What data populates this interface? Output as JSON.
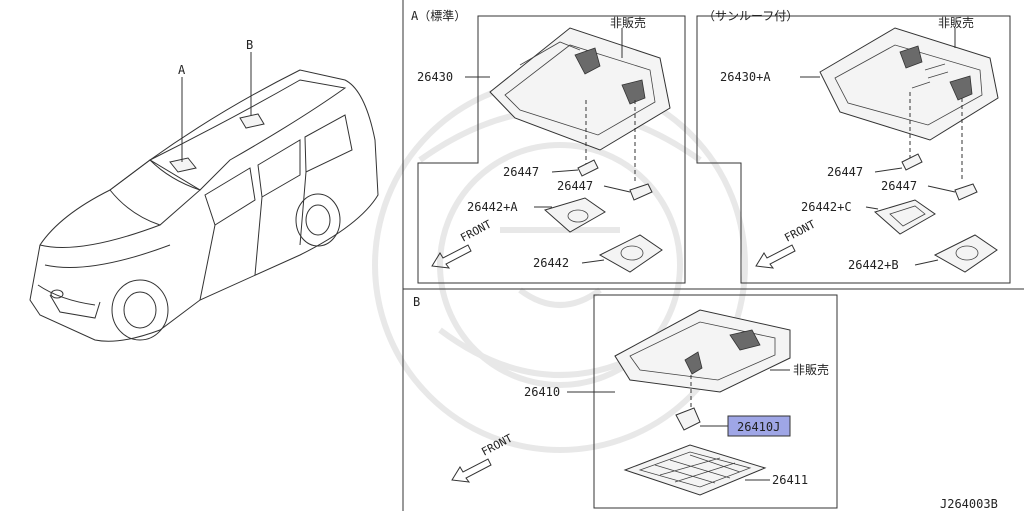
{
  "car": {
    "callout_a": "A",
    "callout_b": "B"
  },
  "panel_a_std": {
    "header": "A（標準）",
    "not_sold": "非販売",
    "labels": [
      "26430",
      "26447",
      "26447",
      "26442+A",
      "26442"
    ],
    "front": "FRONT"
  },
  "panel_a_sunroof": {
    "header": "（サンルーフ付）",
    "not_sold": "非販売",
    "labels": [
      "26430+A",
      "26447",
      "26447",
      "26442+C",
      "26442+B"
    ],
    "front": "FRONT"
  },
  "panel_b": {
    "header": "B",
    "not_sold": "非販売",
    "labels": [
      "26410",
      "26410J",
      "26411"
    ],
    "front": "FRONT"
  },
  "diagram_id": "J264003B",
  "colors": {
    "highlight": "#9fa6e6",
    "line": "#333333"
  }
}
